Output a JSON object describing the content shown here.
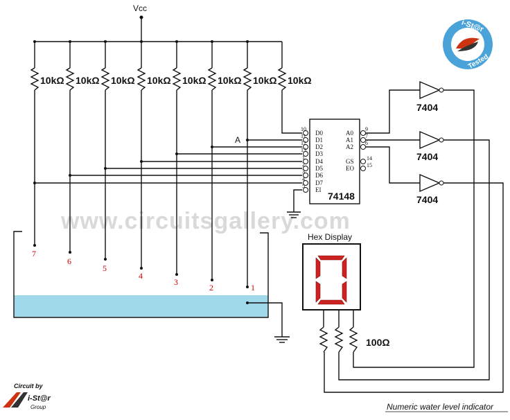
{
  "supply": {
    "label": "Vcc"
  },
  "resistors": [
    {
      "label": "10kΩ"
    },
    {
      "label": "10kΩ"
    },
    {
      "label": "10kΩ"
    },
    {
      "label": "10kΩ"
    },
    {
      "label": "10kΩ"
    },
    {
      "label": "10kΩ"
    },
    {
      "label": "10kΩ"
    },
    {
      "label": "10kΩ"
    }
  ],
  "node_label": "A",
  "encoder": {
    "name": "74148",
    "inputs": [
      {
        "pin": "10",
        "name": "D0"
      },
      {
        "pin": "11",
        "name": "D1"
      },
      {
        "pin": "12",
        "name": "D2"
      },
      {
        "pin": "13",
        "name": "D3"
      },
      {
        "pin": "1",
        "name": "D4"
      },
      {
        "pin": "2",
        "name": "D5"
      },
      {
        "pin": "3",
        "name": "D6"
      },
      {
        "pin": "4",
        "name": "D7"
      },
      {
        "pin": "5",
        "name": "EI"
      }
    ],
    "outputs": [
      {
        "pin": "9",
        "name": "A0"
      },
      {
        "pin": "7",
        "name": "A1"
      },
      {
        "pin": "6",
        "name": "A2"
      },
      {
        "pin": "14",
        "name": "GS"
      },
      {
        "pin": "15",
        "name": "EO"
      }
    ]
  },
  "inverters": [
    {
      "label": "7404"
    },
    {
      "label": "7404"
    },
    {
      "label": "7404"
    }
  ],
  "display": {
    "title": "Hex Display",
    "digit": "0",
    "segment_color": "#cc2222"
  },
  "series_resistor": {
    "label": "100Ω"
  },
  "probes": [
    "7",
    "6",
    "5",
    "4",
    "3",
    "2",
    "1"
  ],
  "watermark": "www.circuitsgallery.com",
  "badge": {
    "top": "i-St@r",
    "bottom": "Tested"
  },
  "logo": {
    "line1": "Circuit by",
    "line2": "i-St@r",
    "line3": "Group"
  },
  "caption": "Numeric water level indicator",
  "colors": {
    "water": "#9fd9ea",
    "badge": "#4aa3d8",
    "logo_accent": "#cc3311"
  }
}
